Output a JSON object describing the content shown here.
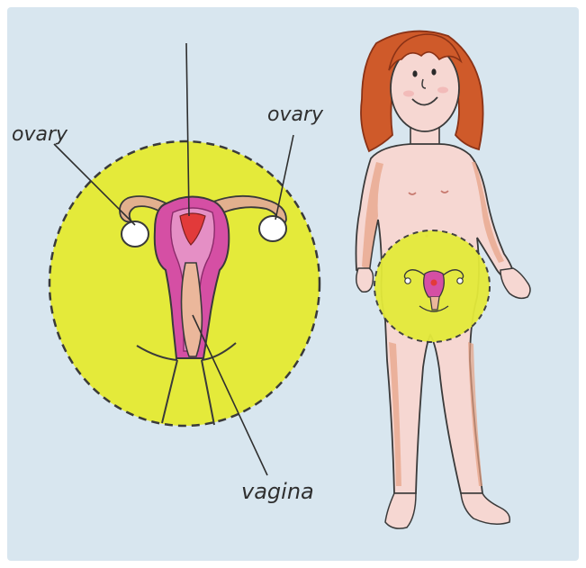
{
  "diagram": {
    "labels": {
      "ovary_left": "ovary",
      "ovary_right": "ovary",
      "vagina": "vagina"
    },
    "colors": {
      "paper": "#d8e6ef",
      "highlight": "#e4ea3a",
      "uterus_outer": "#d54fa4",
      "uterus_inner": "#e58fc5",
      "core": "#e23a3a",
      "canal": "#ebb79b",
      "tube": "#e2b08e",
      "skin": "#f6d7d2",
      "skin_shade": "#e7a183",
      "hair": "#cf5a2a",
      "outline": "#3a3a3a"
    },
    "icons": {
      "magnified_view": "uterus-diagram-icon",
      "figure": "girl-figure-icon"
    }
  }
}
